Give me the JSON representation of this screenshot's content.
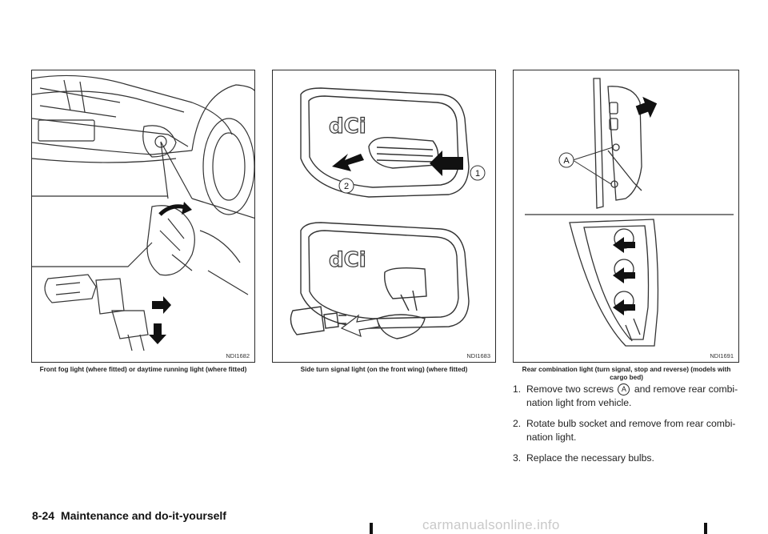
{
  "figures": [
    {
      "code": "NDI1682",
      "caption": "Front fog light (where fitted) or daytime running light (where fitted)"
    },
    {
      "code": "NDI1683",
      "caption": "Side turn signal light (on the front wing) (where fitted)",
      "callout_1": "1",
      "callout_2": "2",
      "badge_text": "dCi"
    },
    {
      "code": "NDI1691",
      "caption": "Rear combination light (turn signal, stop and reverse) (models with cargo bed)",
      "callout_a": "A"
    }
  ],
  "steps": [
    {
      "num": "1.",
      "text_before": "Remove two screws",
      "callout": "A",
      "text_after": "and remove rear combi-nation light from vehicle."
    },
    {
      "num": "2.",
      "text": "Rotate bulb socket and remove from rear combi-nation light."
    },
    {
      "num": "3.",
      "text": "Replace the necessary bulbs."
    }
  ],
  "footer": {
    "page": "8-24",
    "section": "Maintenance and do-it-yourself"
  },
  "watermark": "carmanualsonline.info"
}
